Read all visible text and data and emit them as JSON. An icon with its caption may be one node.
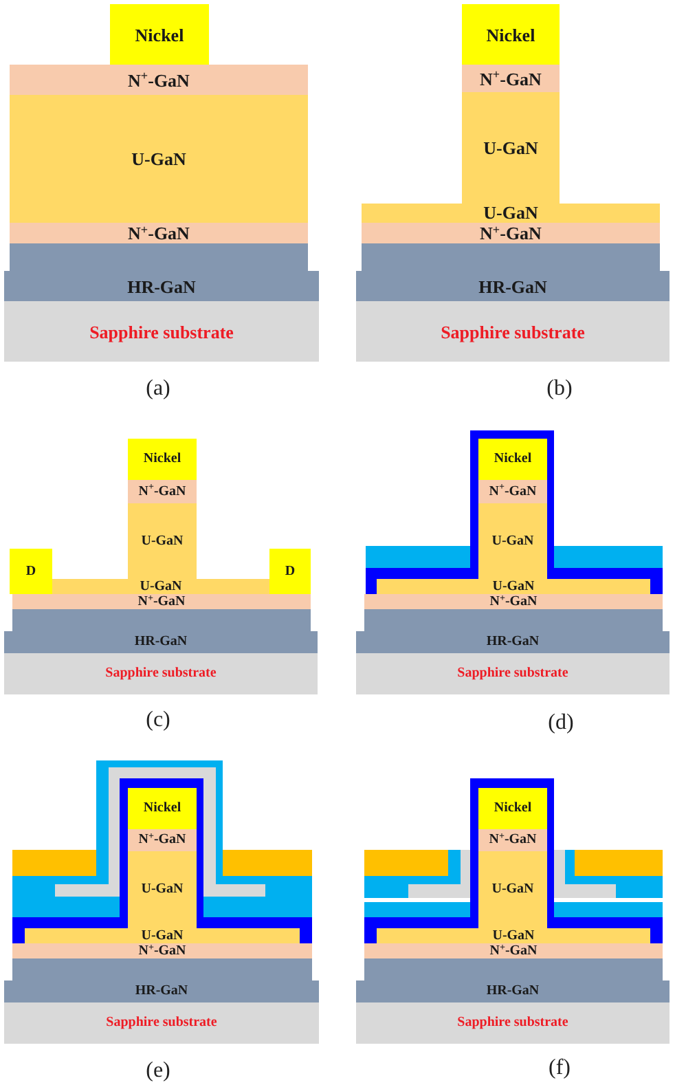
{
  "diagram": {
    "nodes": [
      {
        "text": [
          "Nickel"
        ]
      },
      {
        "text": [
          "N$^{+}$-GaN"
        ]
      },
      {
        "text": [
          "U-GaN"
        ]
      },
      {
        "text": [
          "N$^{+}$-GaN"
        ]
      },
      {
        "text": [
          "HR-GaN"
        ]
      },
      {
        "text": [
          "Sapphire substrate"
        ]
      },
      {
        "text": [
          "Nickel"
        ]
      },
      {
        "text": [
          "N$^{+}$-GaN"
        ]
      },
      {
        "text": [
          "U-GaN"
        ]
      },
      {
        "text": [
          "U-GaN"
        ]
      },
      {
        "text": [
          "N$^{+}$-GaN"
        ]
      },
      {
        "text": [
          "HR-GaN"
        ]
      },
      {
        "text": [
          "Sapphire substrate"
        ]
      },
      {
        "text": [
          "Nickel"
        ]
      },
      {
        "text": [
          "N$^{+}$-GaN"
        ]
      },
      {
        "text": [
          "U-GaN"
        ]
      },
      {
        "text": [
          "D"
        ]
      },
      {
        "text": [
          "D"
        ]
      },
      {
        "text": [
          "U-GaN"
        ]
      },
      {
        "text": [
          "N$^{+}$-GaN"
        ]
      },
      {
        "text": [
          "HR-GaN"
        ]
      },
      {
        "text": [
          "Sapphire substrate"
        ]
      },
      {
        "text": [
          "Nickel"
        ]
      },
      {
        "text": [
          "N$^{+}$-GaN"
        ]
      },
      {
        "text": [
          "U-GaN"
        ]
      },
      {
        "text": [
          "U-GaN"
        ]
      },
      {
        "text": [
          "N$^{+}$-GaN"
        ]
      },
      {
        "text": [
          "HR-GaN"
        ]
      },
      {
        "text": [
          "Sapphire substrate"
        ]
      },
      {
        "text": [
          "Nickel"
        ]
      },
      {
        "text": [
          "N$^{+}$-GaN"
        ]
      },
      {
        "text": [
          "U-GaN"
        ]
      },
      {
        "text": [
          "U-GaN"
        ]
      },
      {
        "text": [
          "N$^{+}$-GaN"
        ]
      },
      {
        "text": [
          "HR-GaN"
        ]
      },
      {
        "text": [
          "Sapphire substrate"
        ]
      },
      {
        "text": [
          "Nickel"
        ]
      },
      {
        "text": [
          "N$^{+}$-GaN"
        ]
      },
      {
        "text": [
          "U-GaN"
        ]
      },
      {
        "text": [
          "U-GaN"
        ]
      },
      {
        "text": [
          "N$^{+}$-GaN"
        ]
      },
      {
        "text": [
          "HR-GaN"
        ]
      },
      {
        "text": [
          "Sapphire substrate"
        ]
      }
    ],
    "labels": [
      "(a)",
      "(b)",
      "(c)",
      "(d)",
      "(e)",
      "(f)"
    ]
  }
}
